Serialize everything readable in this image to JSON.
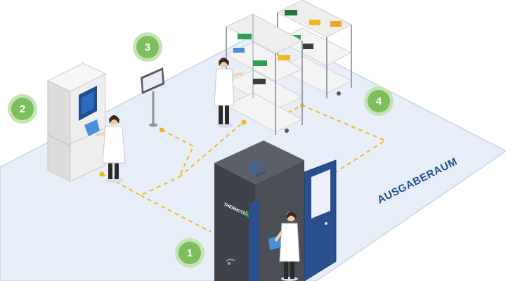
{
  "diagram": {
    "area_label": "AUSGABERAUM",
    "brand_label": "THERMOTEK",
    "rfid_label": "RFID",
    "steps": [
      {
        "number": "1"
      },
      {
        "number": "2"
      },
      {
        "number": "3"
      },
      {
        "number": "4"
      }
    ],
    "colors": {
      "floor": "#e8eef8",
      "floor_edge": "#c9d6ec",
      "path": "#f2b824",
      "marker": "#f2b824",
      "badge": "#7cbf5c",
      "badge_halo": "#c5e3b4",
      "cabinet": "#4b4f55",
      "door": "#2a4f8f",
      "accent_blue": "#1e4e8c",
      "garment": "#4a90d9"
    },
    "icons": {
      "rfid": "rfid-wave-icon",
      "figure": "person-icon"
    }
  }
}
